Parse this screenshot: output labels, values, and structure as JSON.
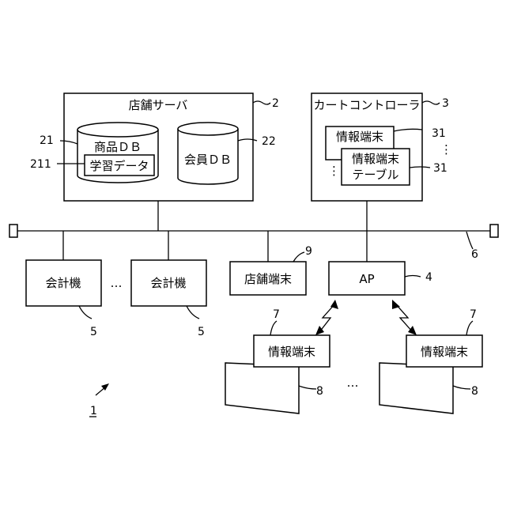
{
  "store_server": {
    "label": "店舗サーバ",
    "ref": "2"
  },
  "product_db": {
    "label": "商品ＤＢ",
    "ref": "21"
  },
  "learning_data": {
    "label": "学習データ",
    "ref": "211"
  },
  "member_db": {
    "label": "会員ＤＢ",
    "ref": "22"
  },
  "cart_controller": {
    "label": "カートコントローラ",
    "ref": "3"
  },
  "info_table_back": {
    "label": "情報端末",
    "ref": "31"
  },
  "info_table_front": {
    "label_line1": "情報端末",
    "label_line2": "テーブル",
    "ref": "31"
  },
  "network": {
    "ref": "6"
  },
  "checkout_left": {
    "label": "会計機",
    "ref": "5"
  },
  "checkout_right": {
    "label": "会計機",
    "ref": "5"
  },
  "store_terminal": {
    "label": "店舗端末",
    "ref": "9"
  },
  "access_point": {
    "label": "AP",
    "ref": "4"
  },
  "terminal_left": {
    "label": "情報端末",
    "ref": "7",
    "cart_ref": "8"
  },
  "terminal_right": {
    "label": "情報端末",
    "ref": "7",
    "cart_ref": "8"
  },
  "ellipsis": "…",
  "ellipsis_vertical": "⋮",
  "system": {
    "ref": "1"
  }
}
